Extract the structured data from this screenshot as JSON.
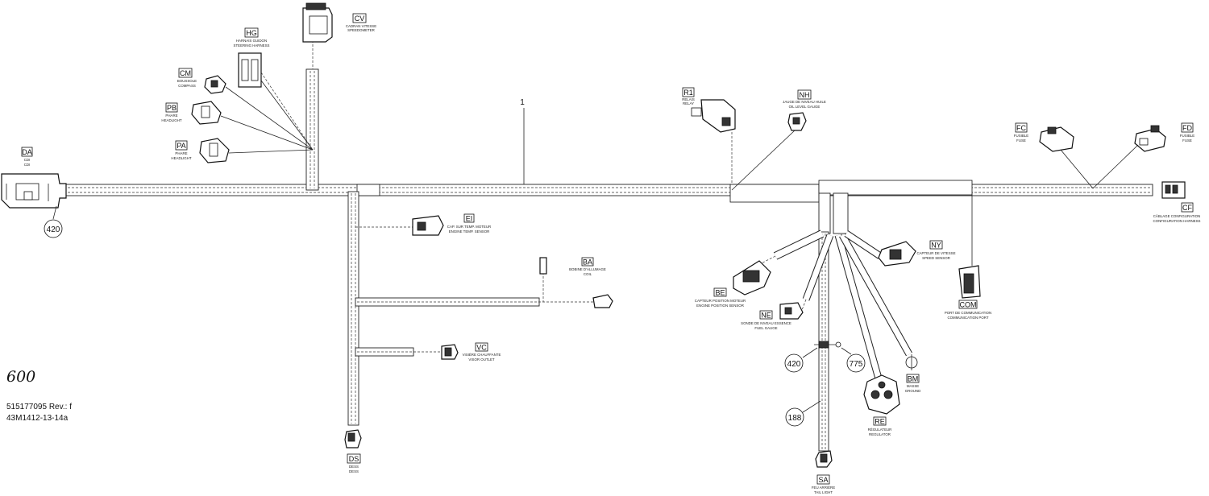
{
  "document": {
    "model": "600",
    "part_revision": "515177095 Rev.: f",
    "drawing_id": "43M1412-13-14a",
    "harness_number": "1"
  },
  "connectors": {
    "DA": {
      "code": "DA",
      "fr": "CDI",
      "en": "CDI"
    },
    "CV": {
      "code": "CV",
      "fr": "CADRAN VITESSE",
      "en": "SPEEDOMETER"
    },
    "HG": {
      "code": "HG",
      "fr": "HARNAIS GUIDON",
      "en": "STEERING HARNESS"
    },
    "CM": {
      "code": "CM",
      "fr": "BOUSSOLE",
      "en": "COMPASS"
    },
    "PB": {
      "code": "PB",
      "fr": "PHARE",
      "en": "HEADLIGHT"
    },
    "PA": {
      "code": "PA",
      "fr": "PHARE",
      "en": "HEADLIGHT"
    },
    "R1": {
      "code": "R1",
      "fr": "RELAIS",
      "en": "RELAY"
    },
    "NH": {
      "code": "NH",
      "fr": "JAUGE DE NIVEAU HUILE",
      "en": "OIL LEVEL GAUGE"
    },
    "FC": {
      "code": "FC",
      "fr": "FUSIBLE",
      "en": "FUSE"
    },
    "FD": {
      "code": "FD",
      "fr": "FUSIBLE",
      "en": "FUSE"
    },
    "CF": {
      "code": "CF",
      "fr": "CÂBLAGE CONFIGURATION",
      "en": "CONFIGURATION HARNESS"
    },
    "EI": {
      "code": "EI",
      "fr": "CAP. SUR TEMP. MOTEUR",
      "en": "ENGINE TEMP. SENSOR"
    },
    "BA": {
      "code": "BA",
      "fr": "BOBINE D'ALLUMAGE",
      "en": "COIL"
    },
    "VC": {
      "code": "VC",
      "fr": "VISIÈRE CHAUFFANTE",
      "en": "VISOR OUTLET"
    },
    "DS": {
      "code": "DS",
      "fr": "DESS",
      "en": "DESS"
    },
    "NY": {
      "code": "NY",
      "fr": "CAPTEUR DE VITESSE",
      "en": "SPEED SENSOR"
    },
    "BE": {
      "code": "BE",
      "fr": "CAPTEUR POSITION MOTEUR",
      "en": "ENGINE POSITION SENSOR"
    },
    "NE": {
      "code": "NE",
      "fr": "SONDE DE NIVEAU ESSENCE",
      "en": "FUEL GAUGE"
    },
    "COM": {
      "code": "COM",
      "fr": "PORT DE COMMUNICATION",
      "en": "COMMUNICATION PORT"
    },
    "BM": {
      "code": "BM",
      "fr": "MASSE",
      "en": "GROUND"
    },
    "RE": {
      "code": "RE",
      "fr": "RÉGULATEUR",
      "en": "REGULATOR"
    },
    "SA": {
      "code": "SA",
      "fr": "FEU ARRIÈRE",
      "en": "TAIL LIGHT"
    }
  },
  "references": {
    "ref_420_left": "420",
    "ref_420_right": "420",
    "ref_775": "775",
    "ref_188": "188"
  }
}
